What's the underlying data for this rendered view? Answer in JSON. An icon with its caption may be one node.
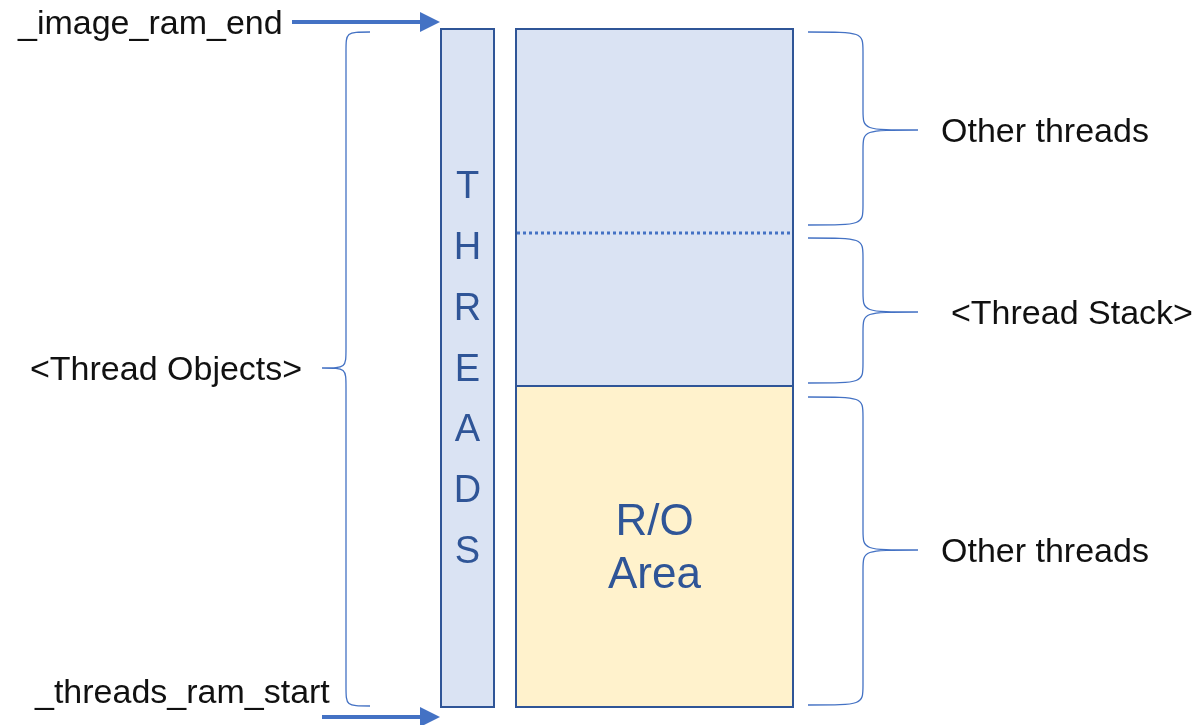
{
  "diagram": {
    "nodes": [
      {
        "text": [
          "_image_ram_end"
        ]
      },
      {
        "text": [
          "THREADS"
        ]
      },
      {
        "text": [],
        "shape": "box"
      },
      {
        "text": [
          "R/O Area"
        ]
      },
      {
        "text": [
          "_threads_ram_start"
        ]
      }
    ],
    "edges": [
      {
        "from": 0,
        "to": 1,
        "arrow": "to"
      },
      {
        "from": 4,
        "to": 1,
        "arrow": "to"
      }
    ],
    "labels": [
      "<Thread Objects>",
      "Other threads",
      "<Thread Stack>",
      "Other threads"
    ]
  }
}
